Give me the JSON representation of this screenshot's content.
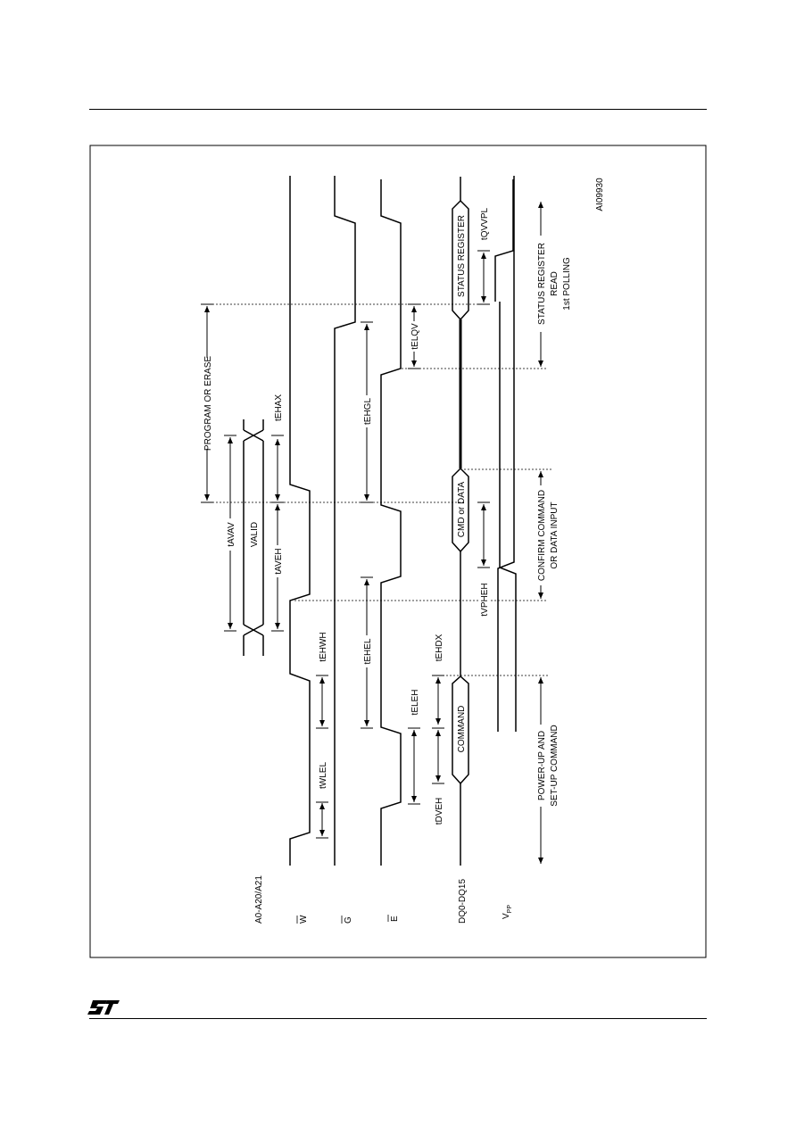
{
  "figure_id": "AI09930",
  "signals": {
    "addr": "A0-A20/A21",
    "w": "W",
    "g": "G",
    "e": "E",
    "dq": "DQ0-DQ15",
    "vpp": "V",
    "vpp_sub": "PP"
  },
  "bus_labels": {
    "valid": "VALID",
    "command": "COMMAND",
    "cmd_data": "CMD or DATA",
    "status_register": "STATUS REGISTER"
  },
  "timings": {
    "tAVAV": "tAVAV",
    "tAVEH": "tAVEH",
    "tEHAX": "tEHAX",
    "tWLEL": "tWLEL",
    "tEHWH": "tEHWH",
    "tELEH": "tELEH",
    "tEHEL": "tEHEL",
    "tEHGL": "tEHGL",
    "tELQV": "tELQV",
    "tDVEH": "tDVEH",
    "tEHDX": "tEHDX",
    "tVPHEH": "tVPHEH",
    "tQVVPL": "tQVVPL"
  },
  "phases": {
    "program_erase": "PROGRAM OR ERASE",
    "powerup_1": "POWER-UP AND",
    "powerup_2": "SET-UP COMMAND",
    "confirm_1": "CONFIRM COMMAND",
    "confirm_2": "OR DATA INPUT",
    "status_1": "STATUS REGISTER",
    "status_2": "READ",
    "status_3": "1st POLLING"
  },
  "colors": {
    "line": "#000000",
    "background": "#ffffff"
  }
}
